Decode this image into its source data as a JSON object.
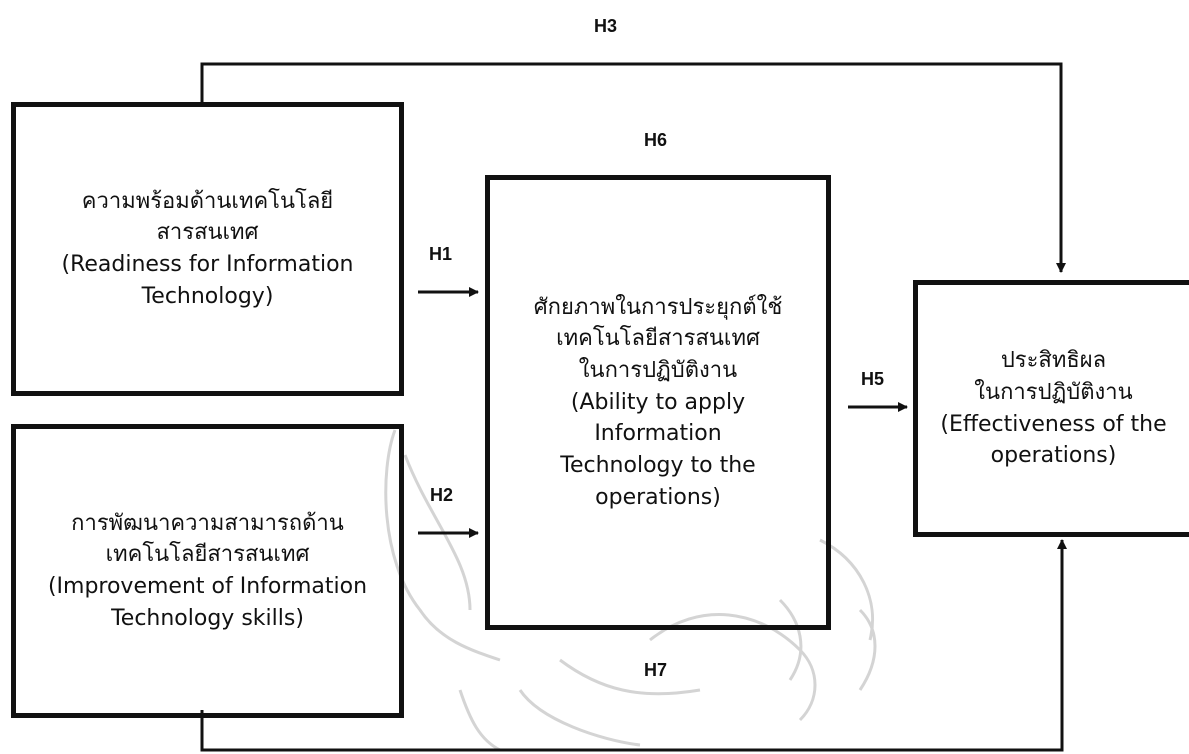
{
  "boxes": {
    "readiness": [
      "ความพร้อมด้านเทคโนโลยี",
      "สารสนเทศ",
      "(Readiness for Information",
      "Technology)"
    ],
    "improvement": [
      "การพัฒนาความสามารถด้าน",
      "เทคโนโลยีสารสนเทศ",
      "(Improvement of Information",
      "Technology skills)"
    ],
    "ability": [
      "ศักยภาพในการประยุกต์ใช้",
      "เทคโนโลยีสารสนเทศ",
      "ในการปฏิบัติงาน",
      "(Ability to apply",
      "Information",
      "Technology to the",
      "operations)"
    ],
    "effectiveness": [
      "ประสิทธิผล",
      "ในการปฏิบัติงาน",
      "(Effectiveness of the",
      "operations)"
    ]
  },
  "hypotheses": {
    "h1": "H1",
    "h2": "H2",
    "h3": "H3",
    "h5": "H5",
    "h6": "H6",
    "h7": "H7"
  },
  "colors": {
    "line": "#111111",
    "watermark": "#d9d9d9"
  }
}
